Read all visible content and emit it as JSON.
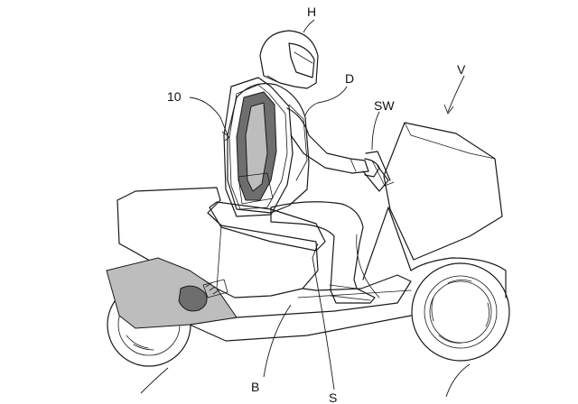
{
  "labels": {
    "helmet": "H",
    "airbag_vest": "D",
    "system": "10",
    "steering": "SW",
    "vehicle": "V",
    "body": "B",
    "seat": "S"
  },
  "colors": {
    "line": "#1a1a1a",
    "shade_light": "#bdbdbd",
    "shade_dark": "#6e6e6e",
    "background": "#ffffff"
  }
}
